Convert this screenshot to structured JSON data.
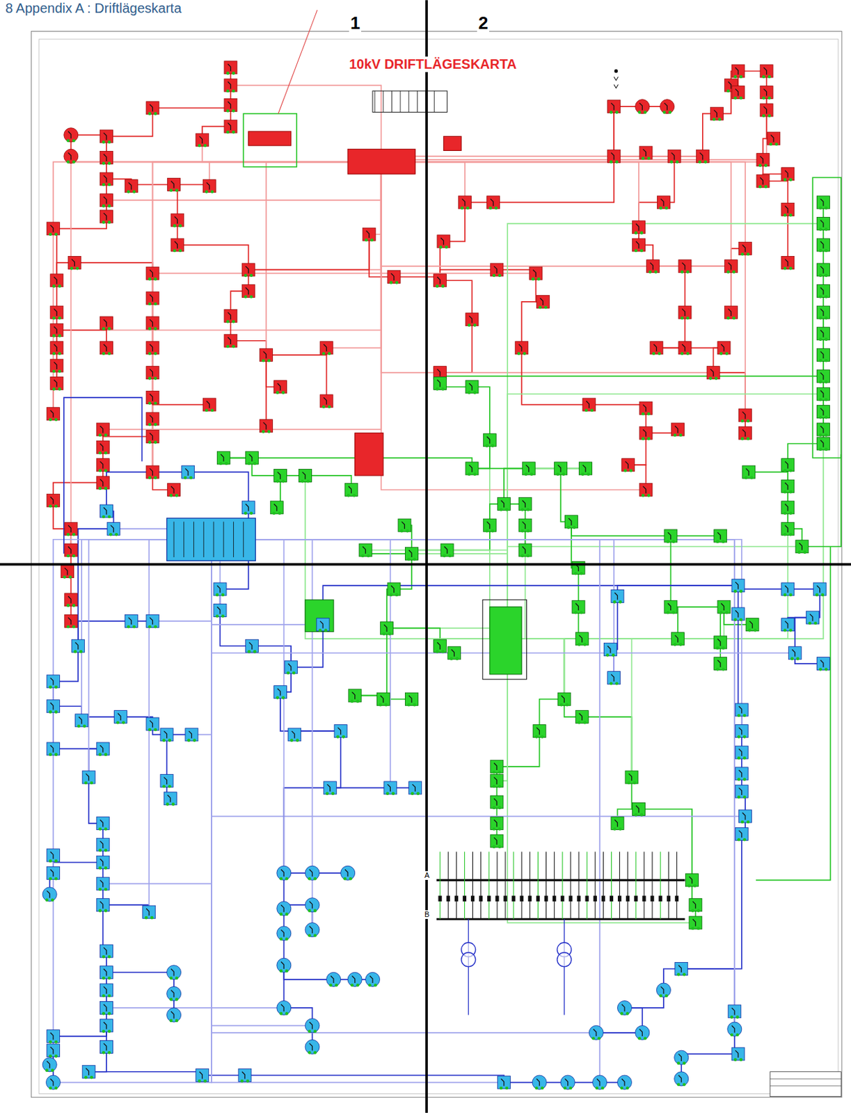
{
  "diagram": {
    "title": "10kV DRIFTLÄGESKARTA",
    "labels": [
      "8 Appendix A : Driftlägeskarta",
      "1",
      "2",
      "A",
      "B"
    ]
  }
}
